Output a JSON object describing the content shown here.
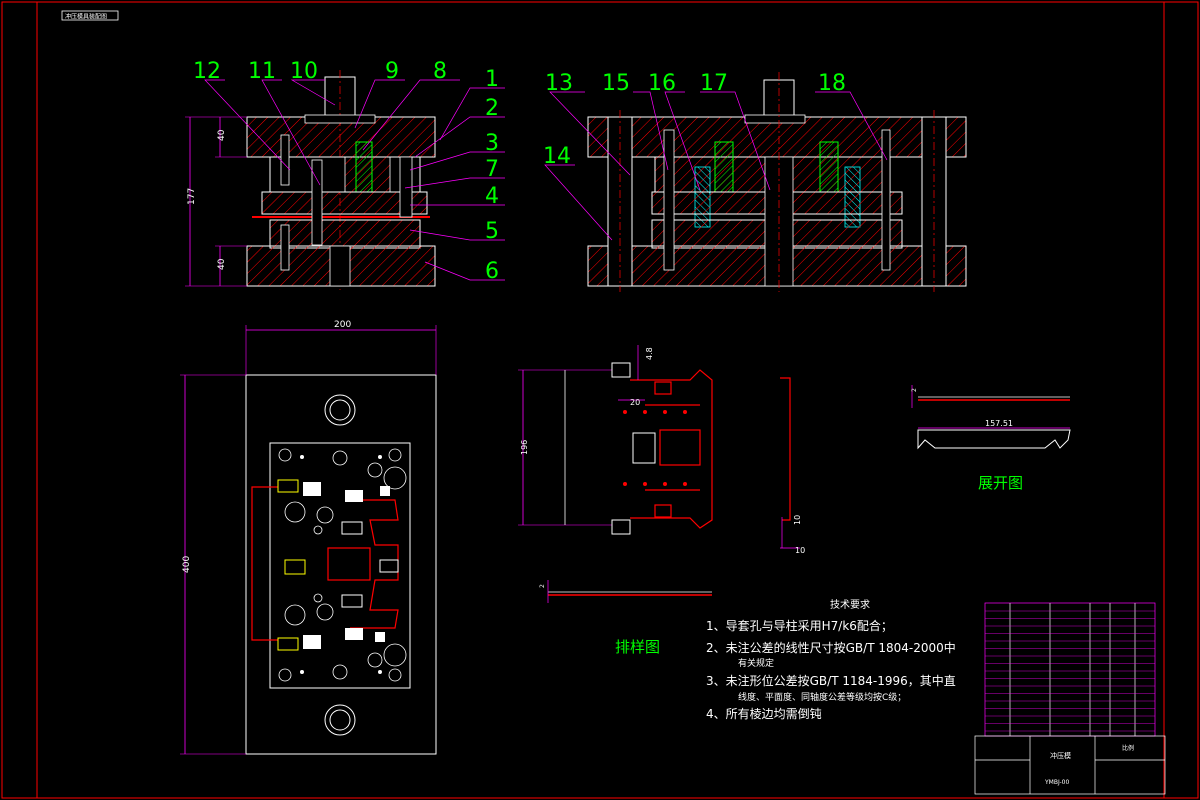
{
  "corner_tag": "冲压模具装配图",
  "callouts": [
    "1",
    "2",
    "3",
    "4",
    "5",
    "6",
    "7",
    "8",
    "9",
    "10",
    "11",
    "12",
    "13",
    "14",
    "15",
    "16",
    "17",
    "18"
  ],
  "dims": {
    "h177": "177",
    "h40_top": "40",
    "h40_bottom": "40",
    "w200": "200",
    "h400": "400",
    "strip_196": "196",
    "strip_20": "20",
    "strip_4_8": "4.8",
    "blank_157_51": "157.51",
    "blank_2": "2",
    "section_10": "10",
    "section_10b": "10",
    "strip_thick": "2"
  },
  "labels": {
    "layout_title": "排样图",
    "unfold_title": "展开图"
  },
  "tech": {
    "title": "技术要求",
    "lines": [
      "1、导套孔与导柱采用H7/k6配合；",
      "2、未注公差的线性尺寸按GB/T 1804-2000中",
      "有关规定",
      "3、未注形位公差按GB/T 1184-1996，其中直",
      "线度、平面度、同轴度公差等级均按C级；",
      "4、所有棱边均需倒钝"
    ]
  },
  "title_block": {
    "name": "冲压模",
    "scale": "比例",
    "drawing_no": "YMBJ-00"
  },
  "colors": {
    "frame": "#ff0000",
    "line": "#ffffff",
    "hatch": "#ff0000",
    "dim": "#ff00ff",
    "callout": "#00ff00",
    "label": "#00ff00",
    "table": "#ff00ff",
    "yellow": "#ffff00",
    "cyan": "#00ffff"
  }
}
